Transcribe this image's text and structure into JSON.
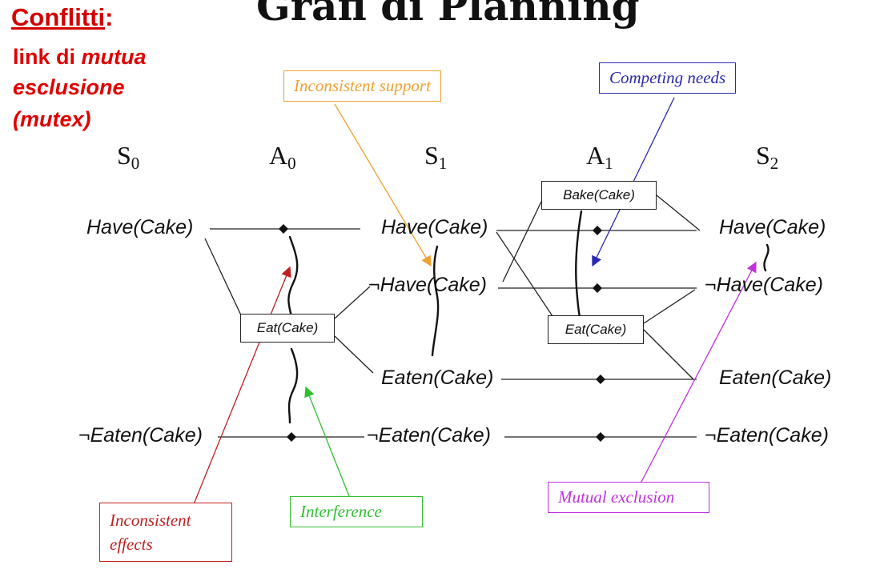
{
  "slide": {
    "title": "Grafi di Planning",
    "conflicts_heading": "Conflitti",
    "conflicts_colon": ":",
    "conflicts_line1_a": "link di ",
    "conflicts_line1_b": "mutua",
    "conflicts_line2": "esclusione",
    "conflicts_line3": "(mutex)"
  },
  "levels": {
    "s0": {
      "base": "S",
      "sub": "0"
    },
    "a0": {
      "base": "A",
      "sub": "0"
    },
    "s1": {
      "base": "S",
      "sub": "1"
    },
    "a1": {
      "base": "A",
      "sub": "1"
    },
    "s2": {
      "base": "S",
      "sub": "2"
    }
  },
  "literals": {
    "s0_have": "Have(Cake)",
    "s0_not_eaten": "¬Eaten(Cake)",
    "s1_have": "Have(Cake)",
    "s1_not_have": "¬Have(Cake)",
    "s1_eaten": "Eaten(Cake)",
    "s1_not_eaten": "¬Eaten(Cake)",
    "s2_have": "Have(Cake)",
    "s2_not_have": "¬Have(Cake)",
    "s2_eaten": "Eaten(Cake)",
    "s2_not_eaten": "¬Eaten(Cake)"
  },
  "actions": {
    "a0_eat": "Eat(Cake)",
    "a1_bake": "Bake(Cake)",
    "a1_eat": "Eat(Cake)"
  },
  "callouts": {
    "inconsistent_support": {
      "label": "Inconsistent support",
      "color": "#f0a030"
    },
    "competing_needs": {
      "label": "Competing needs",
      "color": "#2a2ab0"
    },
    "inconsistent_effects": {
      "label_line1": "Inconsistent",
      "label_line2": "effects",
      "color": "#c02020"
    },
    "interference": {
      "label": "Interference",
      "color": "#30c030"
    },
    "mutual_exclusion": {
      "label": "Mutual exclusion",
      "color": "#c030e0"
    }
  }
}
